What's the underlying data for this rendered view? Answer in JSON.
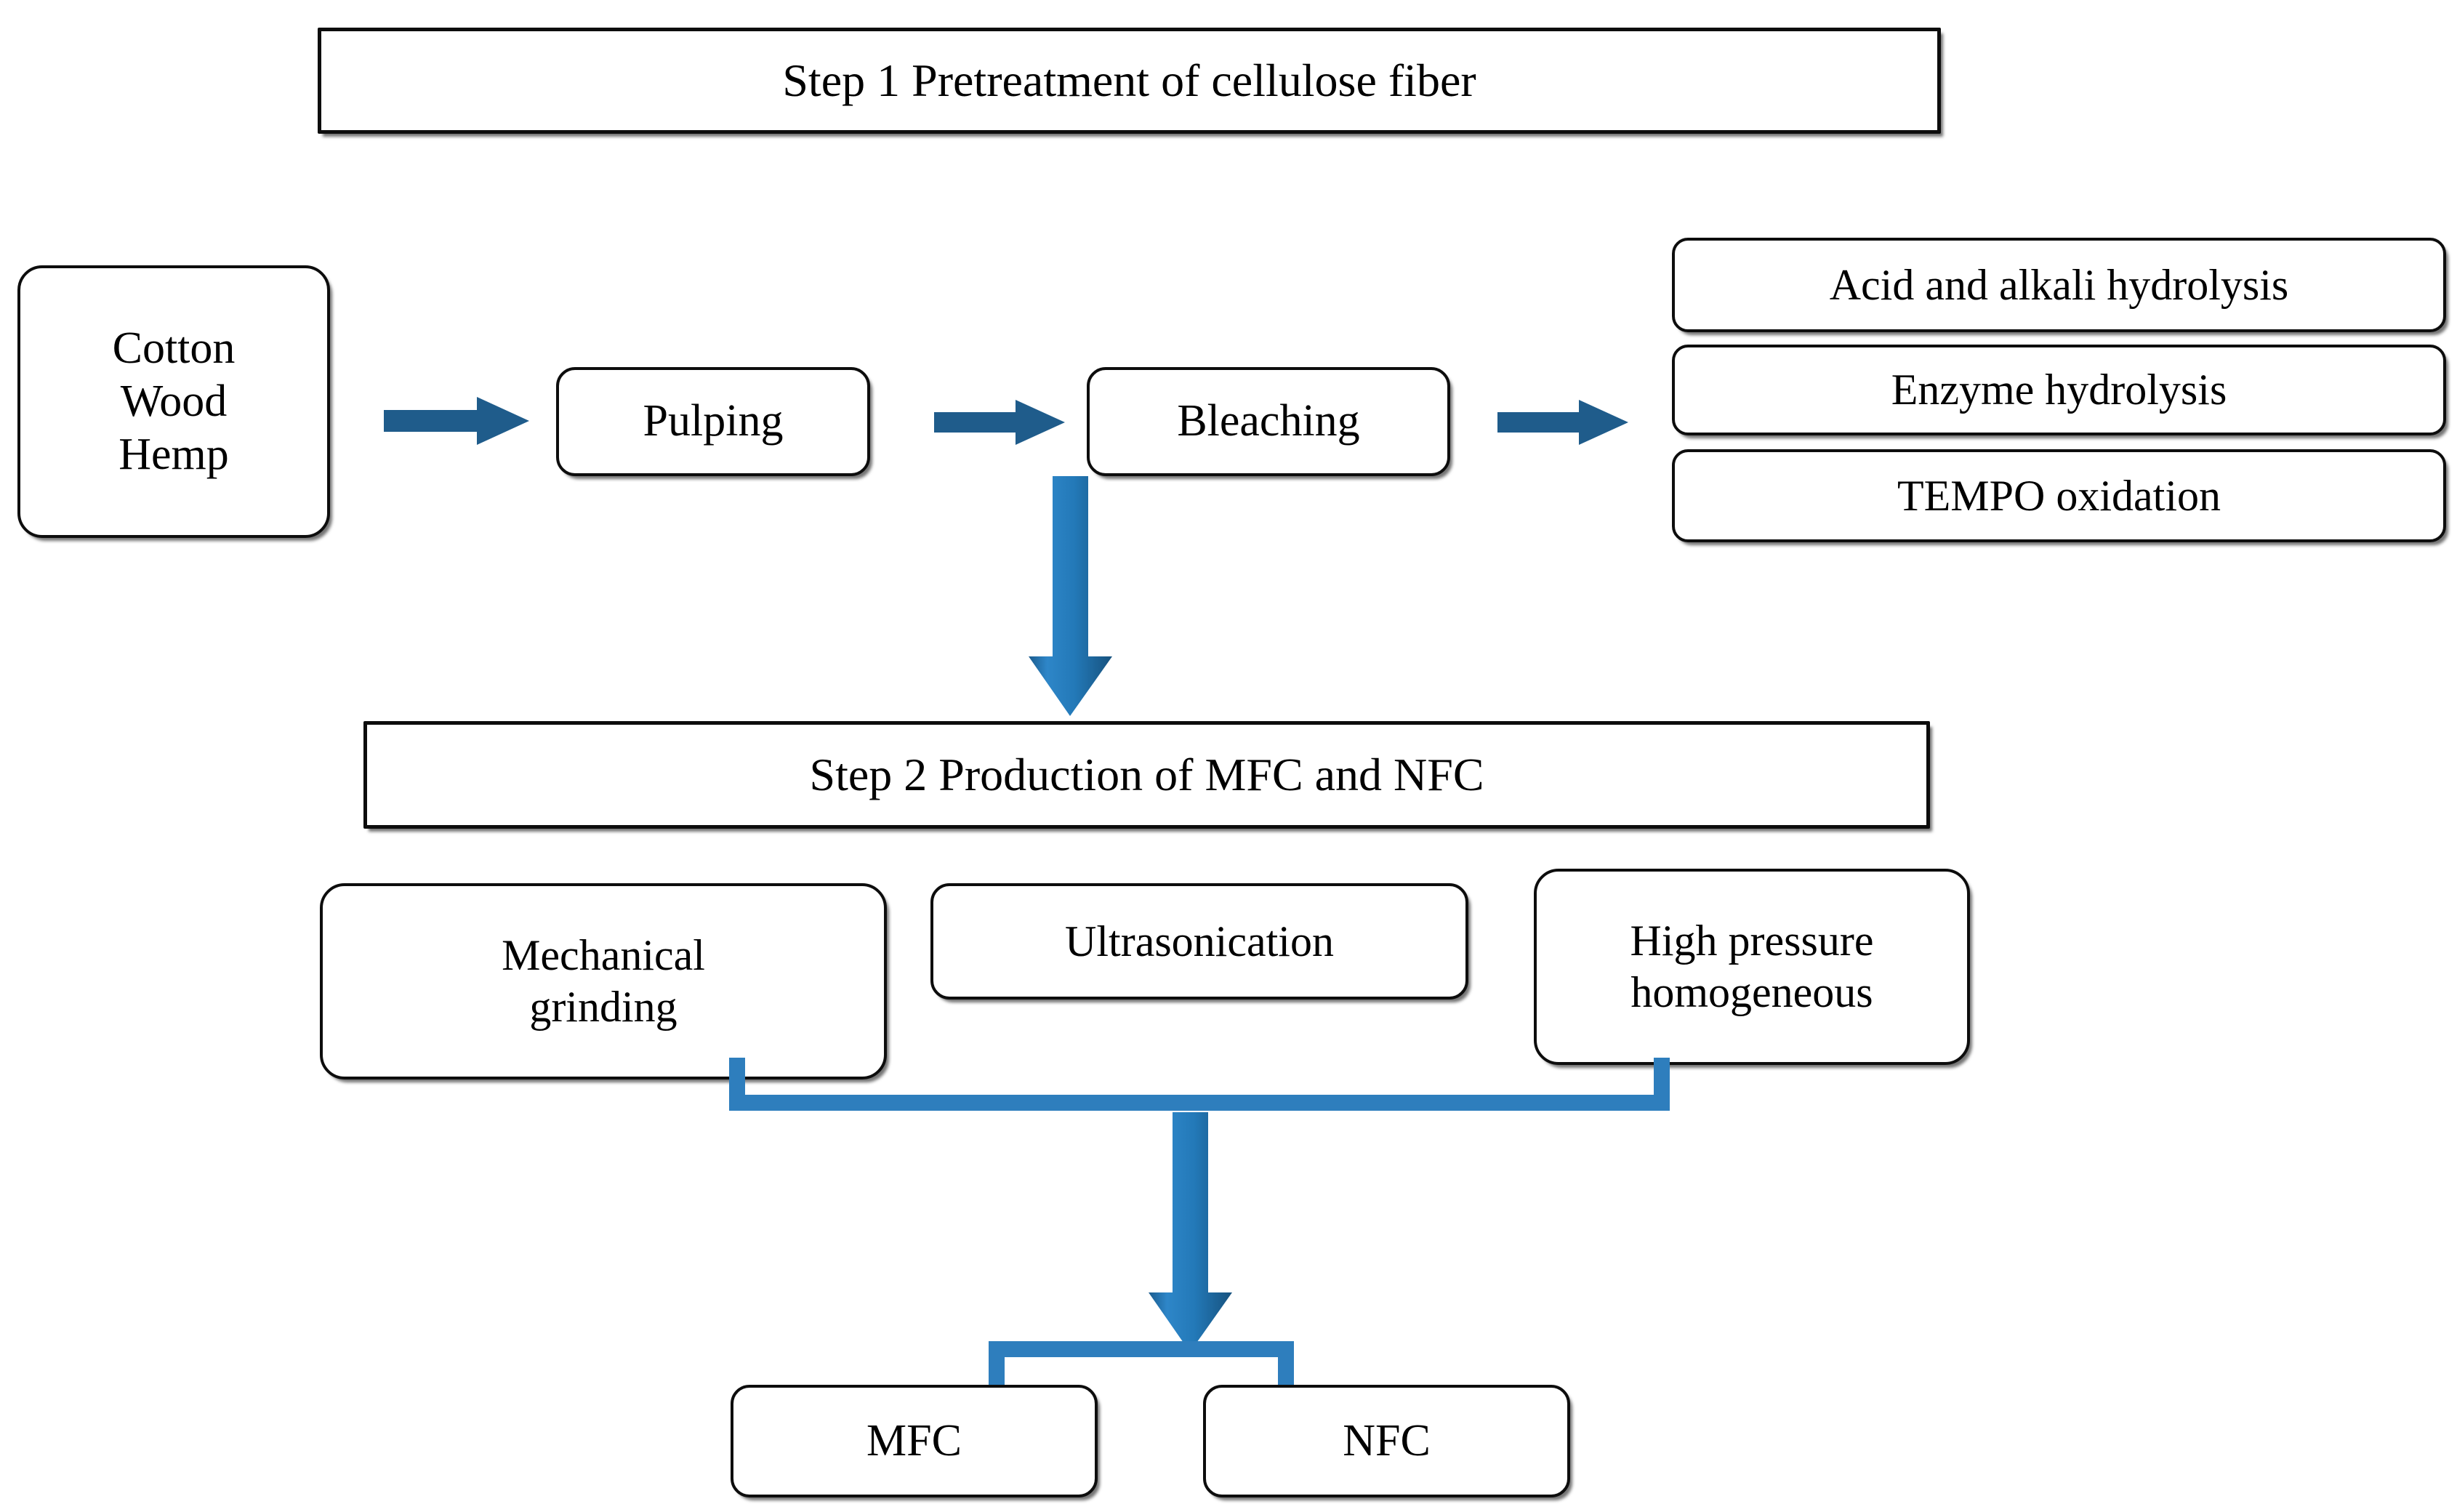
{
  "figure": {
    "title": "Two-step process flow for production of MFC and NFC from cellulose fibers",
    "background_color": "#ffffff",
    "node_border_color": "#0d0d0d",
    "arrow_dark_blue": "#1F5C8B",
    "arrow_mid_blue": "#2E7EBD",
    "arrow_light_blue": "#3C8FD0",
    "bracket_blue": "#2E7EBD"
  },
  "step1": {
    "header_label": "Step 1 Pretreatment of cellulose fiber",
    "source_label": "Cotton\nWood\nHemp",
    "source_lines": [
      "Cotton",
      "Wood",
      "Hemp"
    ],
    "pulping_label": "Pulping",
    "bleaching_label": "Bleaching",
    "treatments": [
      {
        "label": "Acid and alkali hydrolysis"
      },
      {
        "label": "Enzyme hydrolysis"
      },
      {
        "label": "TEMPO oxidation"
      }
    ]
  },
  "step2": {
    "header_label": "Step 2 Production of MFC and NFC",
    "methods": [
      {
        "label": "Mechanical\ngrinding"
      },
      {
        "label": "Ultrasonication"
      },
      {
        "label": "High pressure\nhomogeneous"
      }
    ]
  },
  "products": [
    {
      "label": "MFC"
    },
    {
      "label": "NFC"
    }
  ],
  "connectors": {
    "source_to_pulping": "right-arrow-icon",
    "pulping_to_bleaching": "right-arrow-icon",
    "bleaching_to_treatments": "right-arrow-icon",
    "bleaching_to_step2": "down-arrow-icon",
    "methods_join": "bracket-up-icon",
    "methods_to_products": "down-arrow-icon",
    "products_split": "bracket-down-icon"
  }
}
